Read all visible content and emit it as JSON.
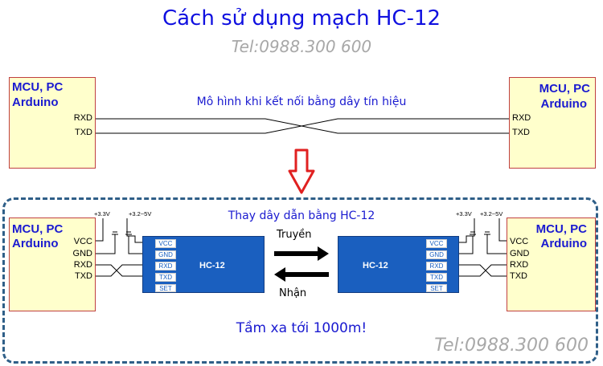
{
  "header": {
    "title": "Cách sử dụng mạch HC-12",
    "tel": "Tel:0988.300 600"
  },
  "top_section": {
    "caption": "Mô hình khi kết nối bằng dây tín hiệu",
    "left_box": {
      "line1": "MCU, PC",
      "line2": "Arduino",
      "pins": [
        "RXD",
        "TXD"
      ]
    },
    "right_box": {
      "line1": "MCU, PC",
      "line2": "Arduino",
      "pins": [
        "RXD",
        "TXD"
      ]
    }
  },
  "arrow_color": "#e02020",
  "bottom_section": {
    "caption": "Thay dây dẫn bằng HC-12",
    "left_box": {
      "line1": "MCU, PC",
      "line2": "Arduino",
      "pins": [
        "VCC",
        "GND",
        "RXD",
        "TXD"
      ]
    },
    "right_box": {
      "line1": "MCU, PC",
      "line2": "Arduino",
      "pins": [
        "VCC",
        "GND",
        "RXD",
        "TXD"
      ]
    },
    "supply_labels": [
      "+3.3V",
      "+3.2~5V"
    ],
    "module": {
      "label": "HC-12",
      "pins": [
        "VCC",
        "GND",
        "RXD",
        "TXD",
        "SET"
      ]
    },
    "transmit_label": "Truyền",
    "receive_label": "Nhận",
    "range_text": "Tầm xa tới 1000m!",
    "tel": "Tel:0988.300 600"
  },
  "colors": {
    "box_fill": "#ffffcc",
    "box_border": "#c04040",
    "module_fill": "#1a5fbf",
    "frame": "#2f5f88",
    "text_blue": "#1a1ad0"
  }
}
